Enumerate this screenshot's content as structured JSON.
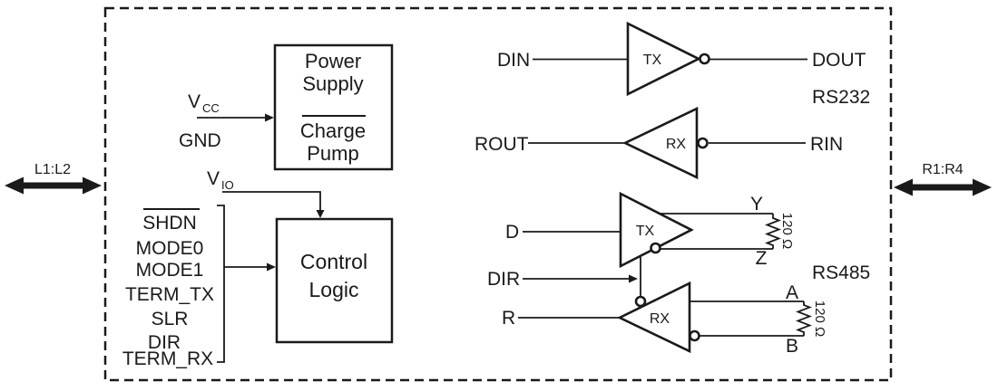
{
  "diagram": {
    "left_port_label": "L1:L2",
    "right_port_label": "R1:R4",
    "power_supply_box": {
      "line1": "Power",
      "line2": "Supply",
      "line3": "Charge",
      "line4": "Pump"
    },
    "control_logic_box": {
      "line1": "Control",
      "line2": "Logic"
    },
    "pins": {
      "vcc_base": "V",
      "vcc_sub": "CC",
      "gnd": "GND",
      "vio_base": "V",
      "vio_sub": "IO",
      "control": [
        "SHDN",
        "MODE0",
        "MODE1",
        "TERM_TX",
        "SLR",
        "DIR",
        "TERM_RX"
      ]
    },
    "rs232": {
      "section_label": "RS232",
      "tx_buffer_label": "TX",
      "rx_buffer_label": "RX",
      "din": "DIN",
      "dout": "DOUT",
      "rout": "ROUT",
      "rin": "RIN"
    },
    "rs485": {
      "section_label": "RS485",
      "tx_buffer_label": "TX",
      "rx_buffer_label": "RX",
      "d": "D",
      "dir": "DIR",
      "r": "R",
      "y": "Y",
      "z": "Z",
      "a": "A",
      "b": "B",
      "termination_tx": "120 Ω",
      "termination_rx": "120 Ω"
    },
    "colors": {
      "line": "#1a1a1a",
      "background": "#ffffff"
    }
  }
}
